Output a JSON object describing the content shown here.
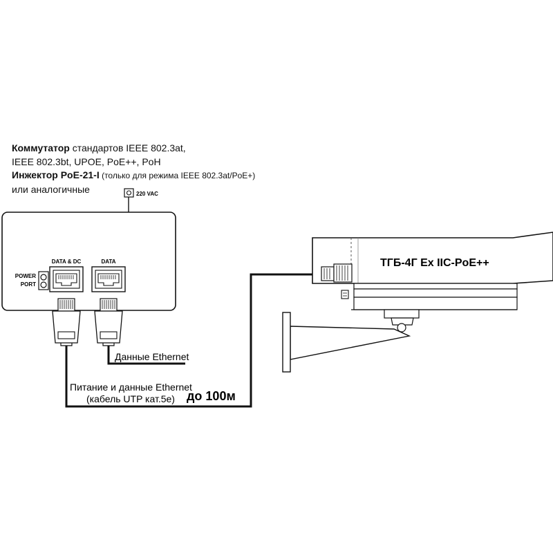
{
  "caption": {
    "line1_bold": "Коммутатор",
    "line1_rest": " стандартов IEEE 802.3at,",
    "line2": "IEEE 802.3bt, UPOE, PoE++, PoH",
    "line3_bold": "Инжектор PoE-21-I",
    "line3_rest": " (только для режима IEEE 802.3at/PoE+)",
    "line4": "или аналогичные"
  },
  "injector": {
    "power_input_label": "220 VAC",
    "power_port_label_1": "POWER",
    "power_port_label_2": "PORT",
    "port_data_dc_label": "DATA & DC",
    "port_data_label": "DATA"
  },
  "links": {
    "ethernet_data_label": "Данные Ethernet",
    "power_data_label_1": "Питание и данные Ethernet",
    "power_data_label_2": "(кабель UTP кат.5е)",
    "distance_label": "до 100м"
  },
  "camera": {
    "model_label": "ТГБ-4Г Ex IIC-PoE++"
  }
}
